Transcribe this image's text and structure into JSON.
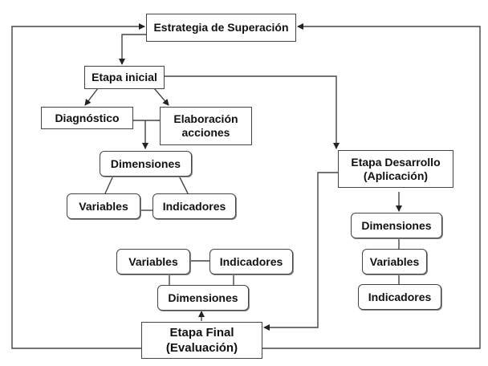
{
  "diagram": {
    "title": "Estrategia de Superación",
    "line_color": "#444444",
    "nodes": {
      "estrategia": "Estrategia de Superación",
      "etapa_inicial": "Etapa inicial",
      "diagnostico": "Diagnóstico",
      "elaboracion": "Elaboración\nacciones",
      "inicial_dimensiones": "Dimensiones",
      "inicial_variables": "Variables",
      "inicial_indicadores": "Indicadores",
      "etapa_desarrollo": "Etapa Desarrollo\n(Aplicación)",
      "desarrollo_dimensiones": "Dimensiones",
      "desarrollo_variables": "Variables",
      "desarrollo_indicadores": "Indicadores",
      "final_variables": "Variables",
      "final_indicadores": "Indicadores",
      "final_dimensiones": "Dimensiones",
      "etapa_final": "Etapa Final\n(Evaluación)"
    },
    "edges": [
      {
        "from": "estrategia",
        "to": "etapa_inicial",
        "arrow": true
      },
      {
        "from": "etapa_inicial",
        "to": "diagnostico",
        "arrow": true
      },
      {
        "from": "etapa_inicial",
        "to": "elaboracion",
        "arrow": true
      },
      {
        "from": "etapa_inicial",
        "to": "etapa_desarrollo",
        "arrow": true
      },
      {
        "from": "diagnostico+elaboracion",
        "to": "inicial_dimensiones",
        "arrow": true
      },
      {
        "from": "inicial_dimensiones",
        "to": "inicial_variables",
        "arrow": false
      },
      {
        "from": "inicial_dimensiones",
        "to": "inicial_indicadores",
        "arrow": false
      },
      {
        "from": "inicial_variables",
        "to": "inicial_indicadores",
        "arrow": false
      },
      {
        "from": "etapa_desarrollo",
        "to": "desarrollo_dimensiones",
        "arrow": true
      },
      {
        "from": "desarrollo_dimensiones",
        "to": "desarrollo_variables",
        "arrow": false
      },
      {
        "from": "desarrollo_variables",
        "to": "desarrollo_indicadores",
        "arrow": false
      },
      {
        "from": "etapa_desarrollo",
        "to": "etapa_final",
        "arrow": true
      },
      {
        "from": "etapa_final",
        "to": "final_dimensiones",
        "arrow": true
      },
      {
        "from": "final_dimensiones",
        "to": "final_variables",
        "arrow": false
      },
      {
        "from": "final_dimensiones",
        "to": "final_indicadores",
        "arrow": false
      },
      {
        "from": "final_variables",
        "to": "final_indicadores",
        "arrow": false
      },
      {
        "from": "etapa_final",
        "to": "estrategia",
        "arrow": true,
        "route": "left-loop"
      },
      {
        "from": "etapa_final",
        "to": "estrategia",
        "arrow": true,
        "route": "right-loop"
      }
    ]
  }
}
